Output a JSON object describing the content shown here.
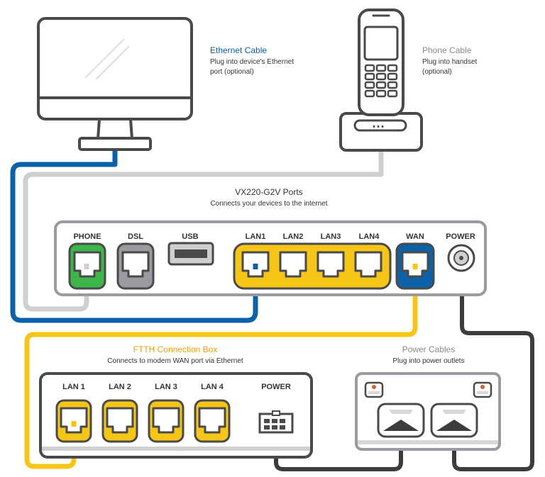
{
  "ethernet_cable": {
    "title": "Ethernet Cable",
    "line1": "Plug into device's Ethernet",
    "line2": "port (optional)"
  },
  "phone_cable": {
    "title": "Phone Cable",
    "line1": "Plug into handset",
    "line2": "(optional)"
  },
  "modem": {
    "title": "VX220-G2V Ports",
    "subtitle": "Connects your devices to the internet",
    "ports": {
      "phone": "PHONE",
      "dsl": "DSL",
      "usb": "USB",
      "lan1": "LAN1",
      "lan2": "LAN2",
      "lan3": "LAN3",
      "lan4": "LAN4",
      "wan": "WAN",
      "power": "POWER"
    }
  },
  "ftth": {
    "title": "FTTH Connection Box",
    "subtitle": "Connects to modem WAN port via Ethernet",
    "ports": {
      "lan1": "LAN 1",
      "lan2": "LAN 2",
      "lan3": "LAN 3",
      "lan4": "LAN 4",
      "power": "POWER"
    }
  },
  "power_cables": {
    "title": "Power Cables",
    "subtitle": "Plug into power outlets"
  },
  "colors": {
    "blue": "#0b62a8",
    "yellow": "#f5c518",
    "green": "#3db54a",
    "gray": "#9a9aa0",
    "cable_gray": "#cfcfcf",
    "dark": "#3c3c3c",
    "orange": "#f0a000",
    "outline": "#4a4a4a"
  }
}
